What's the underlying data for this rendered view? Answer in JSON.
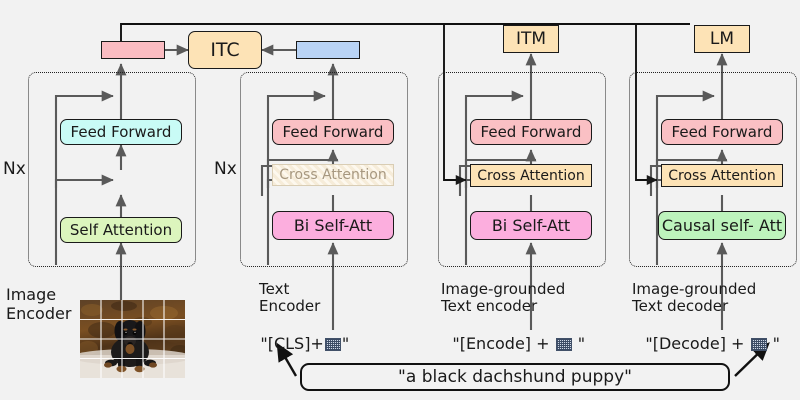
{
  "diagram": {
    "title": "BLIP multimodal mixture of encoder-decoder architecture",
    "background": "#f2f2f2",
    "repeat_labels": [
      {
        "text": "Nx"
      },
      {
        "text": "Nx"
      }
    ],
    "heads": [
      {
        "id": "itc",
        "label": "ITC",
        "color": "#fde3b6"
      },
      {
        "id": "itm",
        "label": "ITM",
        "color": "#fde3b6"
      },
      {
        "id": "lm",
        "label": "LM",
        "color": "#fde3b6"
      }
    ],
    "embedding_bars": [
      {
        "id": "image-embedding-bar",
        "color": "#fbbcc2"
      },
      {
        "id": "text-embedding-bar",
        "color": "#b9d3f5"
      }
    ],
    "columns": [
      {
        "id": "image-encoder",
        "caption": "Image\nEncoder",
        "input_text": null,
        "blocks": [
          {
            "id": "feed-forward",
            "label": "Feed Forward",
            "color": "#c9fbf6",
            "shape": "rounded",
            "state": "active"
          },
          {
            "id": "self-attention",
            "label": "Self Attention",
            "color": "#dcf5bd",
            "shape": "rounded",
            "state": "active"
          }
        ]
      },
      {
        "id": "text-encoder",
        "caption": "Text\nEncoder",
        "input_text": "\"[CLS]+ □ \"",
        "input_prefix": "\"[CLS]+",
        "input_suffix": "\"",
        "blocks": [
          {
            "id": "feed-forward",
            "label": "Feed Forward",
            "color": "#fac0c4",
            "shape": "rounded",
            "state": "active"
          },
          {
            "id": "cross-attention",
            "label": "Cross Attention",
            "color": "#f6ecd9",
            "shape": "rect",
            "state": "disabled"
          },
          {
            "id": "bi-self-att",
            "label": "Bi Self-Att",
            "color": "#fcaede",
            "shape": "rounded",
            "state": "active"
          }
        ]
      },
      {
        "id": "image-grounded-text-encoder",
        "caption": "Image-grounded\nText encoder",
        "input_text": "\"[Encode] + □ \"",
        "input_prefix": "\"[Encode] +",
        "input_suffix": "\"",
        "blocks": [
          {
            "id": "feed-forward",
            "label": "Feed Forward",
            "color": "#fac0c4",
            "shape": "rounded",
            "state": "active"
          },
          {
            "id": "cross-attention",
            "label": "Cross Attention",
            "color": "#fde3b6",
            "shape": "rect",
            "state": "active"
          },
          {
            "id": "bi-self-att",
            "label": "Bi Self-Att",
            "color": "#fcaede",
            "shape": "rounded",
            "state": "active"
          }
        ]
      },
      {
        "id": "image-grounded-text-decoder",
        "caption": "Image-grounded\nText decoder",
        "input_text": "\"[Decode] + □ \"",
        "input_prefix": "\"[Decode] +",
        "input_suffix": "\"",
        "blocks": [
          {
            "id": "feed-forward",
            "label": "Feed Forward",
            "color": "#fac0c4",
            "shape": "rounded",
            "state": "active"
          },
          {
            "id": "cross-attention",
            "label": "Cross Attention",
            "color": "#fde3b6",
            "shape": "rect",
            "state": "active"
          },
          {
            "id": "causal-self-att",
            "label": "Causal self- Att",
            "color": "#bdf3bc",
            "shape": "rounded",
            "state": "active"
          }
        ]
      }
    ],
    "caption_box": {
      "text": "\"a black dachshund puppy\""
    },
    "image_patch": {
      "name": "dachshund-puppy-photo",
      "grid_cols": 5,
      "grid_rows": 4
    }
  }
}
